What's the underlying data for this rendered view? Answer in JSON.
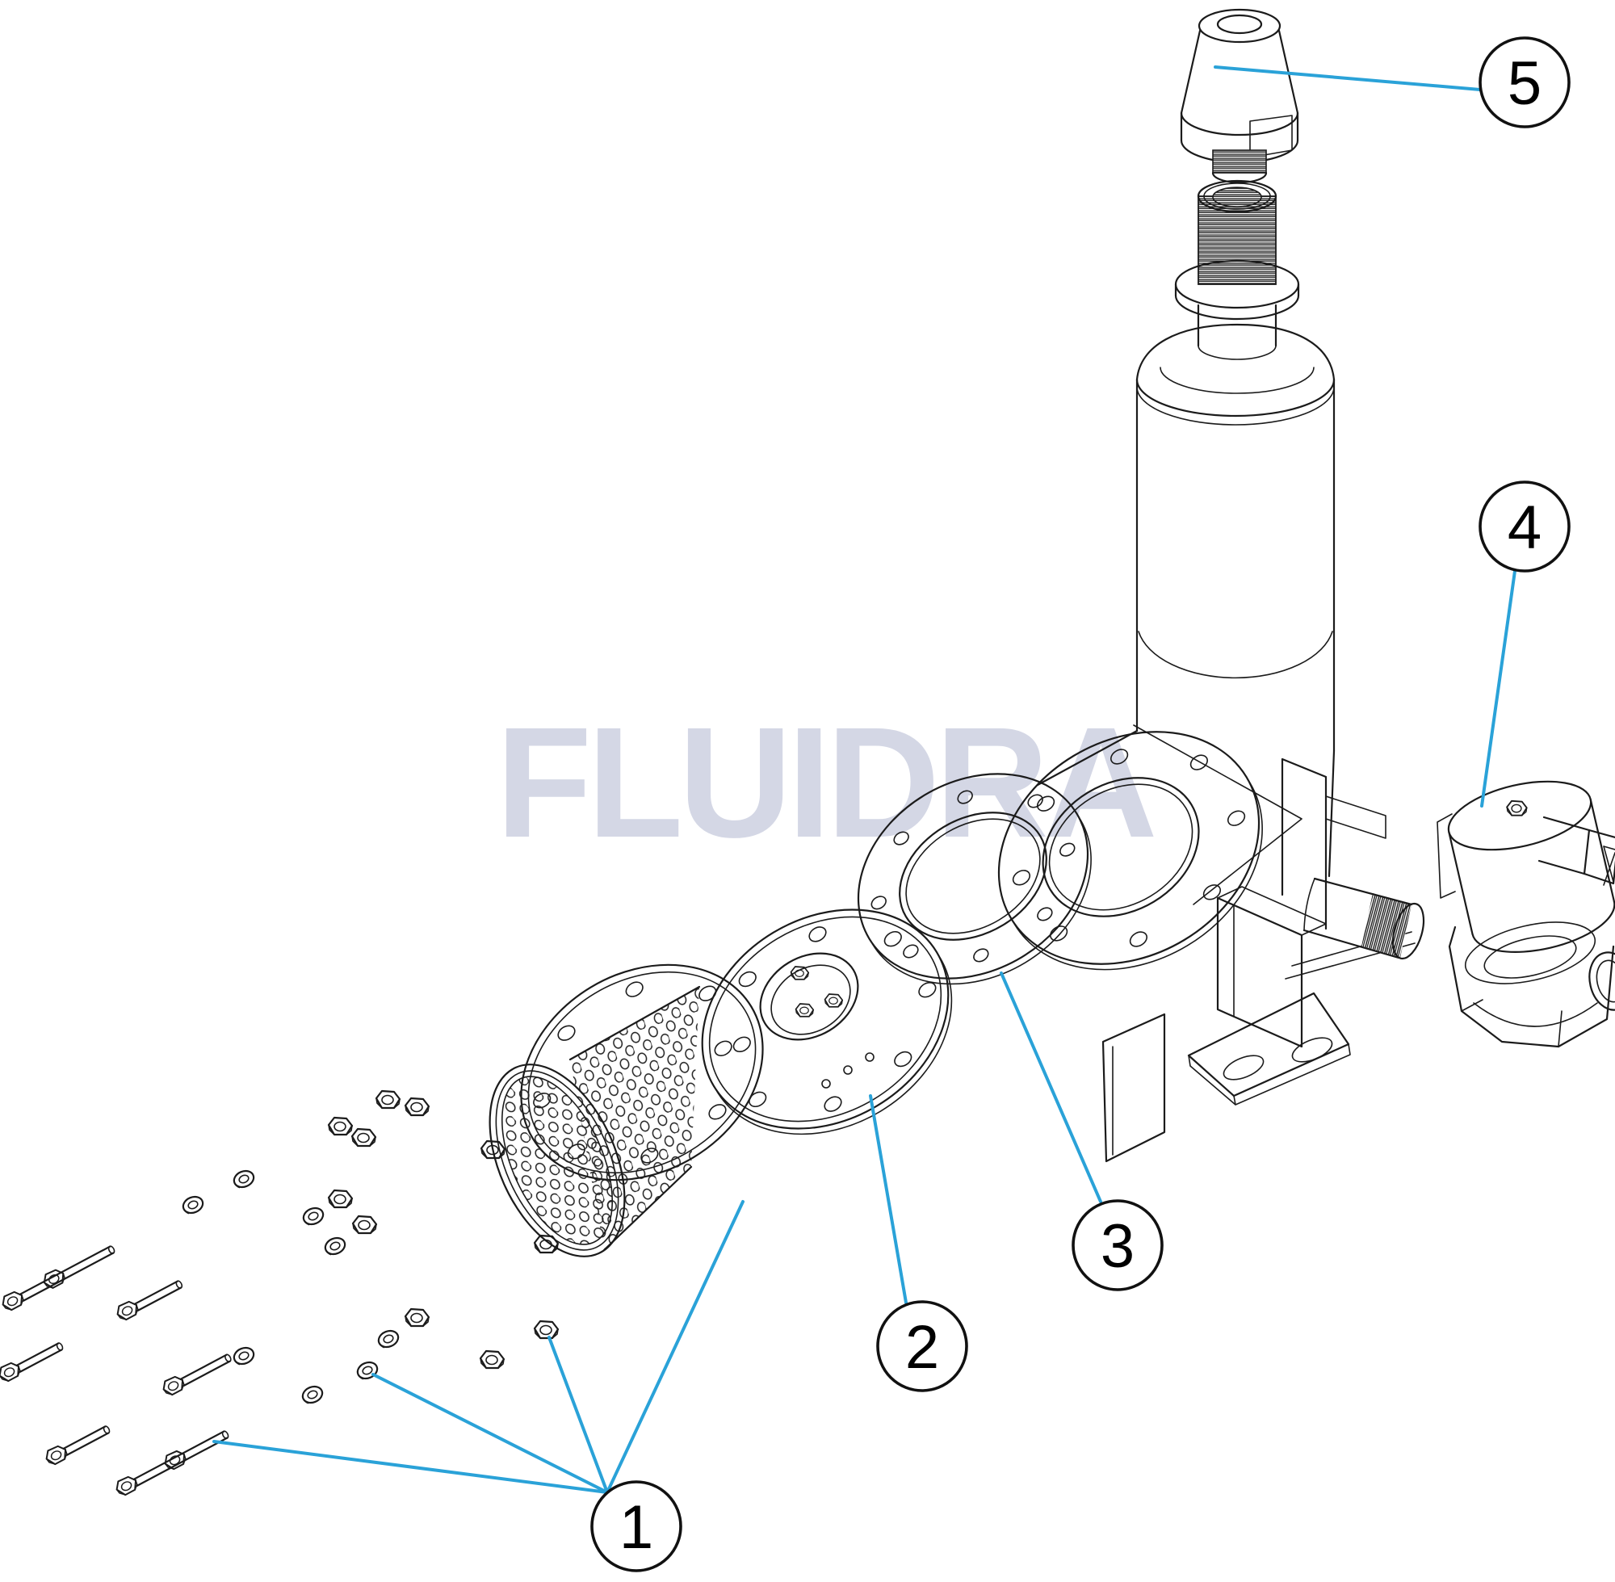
{
  "watermark": {
    "text": "FLUIDRA"
  },
  "callouts": [
    {
      "number": "1"
    },
    {
      "number": "2"
    },
    {
      "number": "3"
    },
    {
      "number": "4"
    },
    {
      "number": "5"
    }
  ],
  "colors": {
    "background": "#ffffff",
    "line": "#1b1b1b",
    "leader": "#2aa2d8",
    "watermark": "#d4d7e5",
    "callout_fill": "#ffffff",
    "callout_text": "#000000"
  }
}
